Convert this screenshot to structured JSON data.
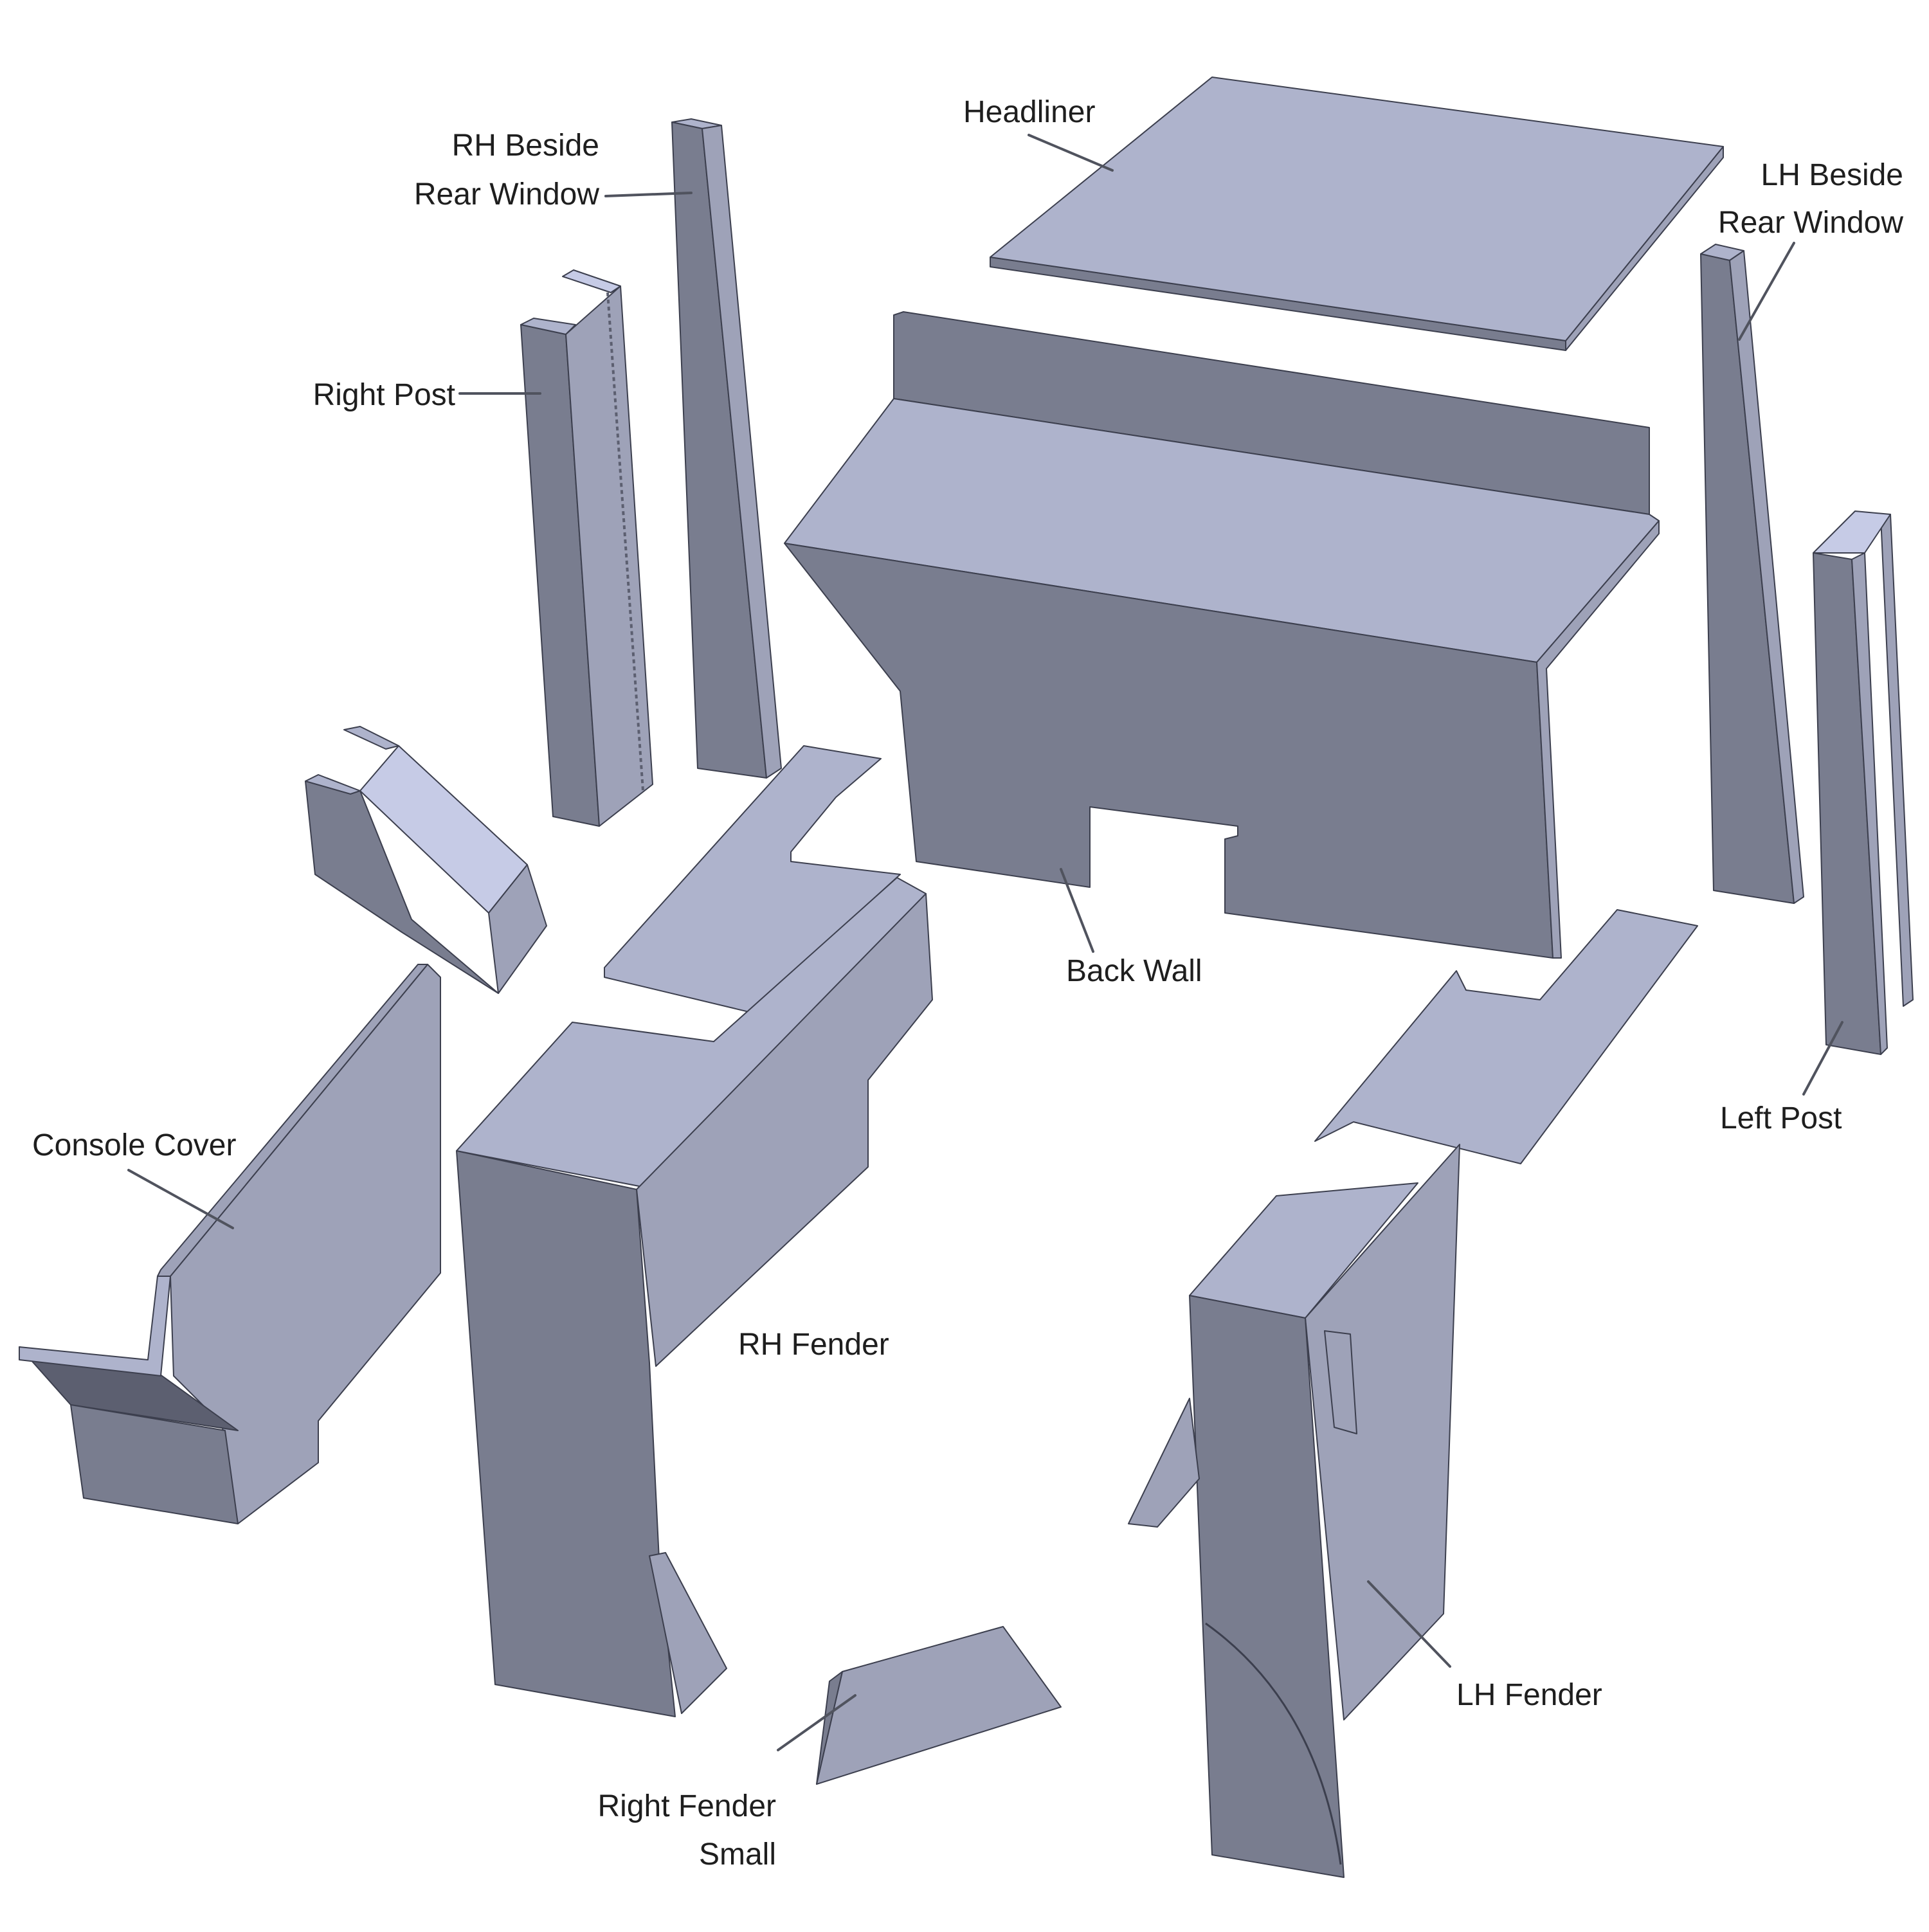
{
  "diagram": {
    "colors": {
      "light": "#aeb3cc",
      "mid": "#9ea2b8",
      "dark": "#797d8f",
      "highlight": "#c6cbe6",
      "deep": "#5c5f70"
    },
    "labels": {
      "headliner": "Headliner",
      "rh_beside_rear_window_line1": "RH Beside",
      "rh_beside_rear_window_line2": "Rear Window",
      "lh_beside_rear_window_line1": "LH Beside",
      "lh_beside_rear_window_line2": "Rear Window",
      "right_post": "Right Post",
      "back_wall": "Back Wall",
      "left_post": "Left Post",
      "console_cover": "Console Cover",
      "rh_fender": "RH Fender",
      "lh_fender": "LH Fender",
      "right_fender_small_line1": "Right Fender",
      "right_fender_small_line2": "Small"
    }
  }
}
